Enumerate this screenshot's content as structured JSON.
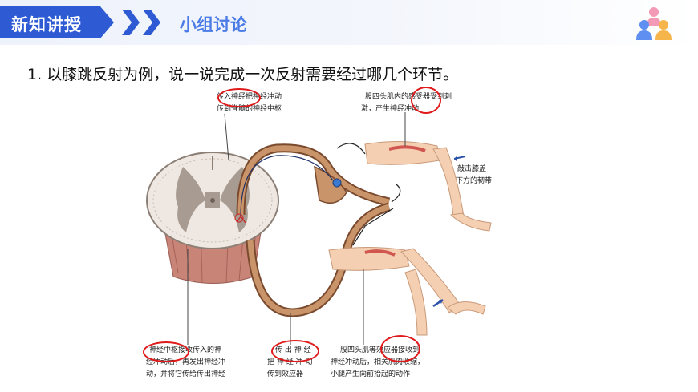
{
  "header": {
    "tag_label": "新知讲授",
    "section_title": "小组讨论",
    "accent_color": "#2e5bd3",
    "title_color": "#4a7be6",
    "icon": "group-discussion-icon"
  },
  "question": {
    "number": "1.",
    "text": "以膝跳反射为例，说一说完成一次反射需要经过哪几个环节。"
  },
  "figure": {
    "labels": {
      "afferent": [
        "传入神经把神经冲动",
        "传到脊髓的神经中枢"
      ],
      "receptor": [
        "股四头肌内的感受器受到刺",
        "激，产生神经冲动"
      ],
      "tap": [
        "敲击膝盖",
        "下方的韧带"
      ],
      "center": [
        "神经中枢接收传入的神",
        "经冲动后，再发出神经冲",
        "动，并将它传给传出神经"
      ],
      "efferent": [
        "传 出 神 经",
        "把 神 经 冲 动",
        "传到效应器"
      ],
      "effector": [
        "股四头肌等效应器接收到",
        "神经冲动后，相关肌肉收缩，",
        "小腿产生向前抬起的动作"
      ]
    },
    "highlight_color": "#e01a1a"
  }
}
